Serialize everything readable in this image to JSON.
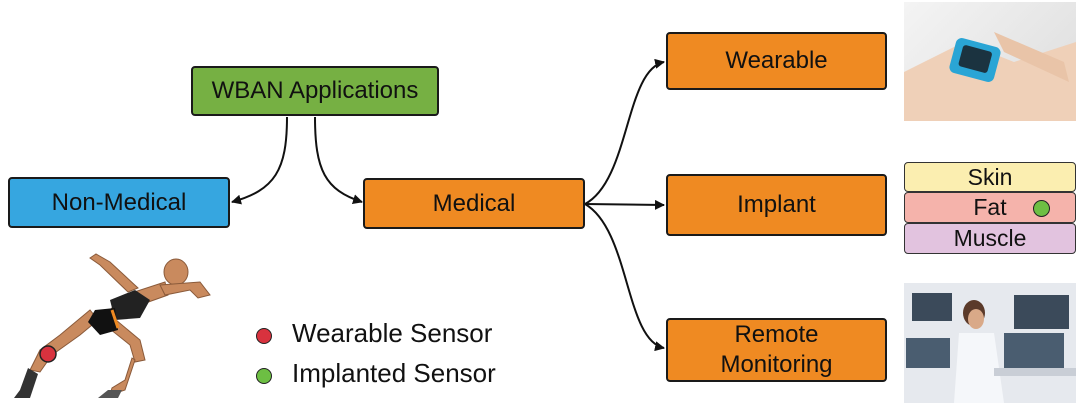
{
  "nodes": {
    "root": "WBAN Applications",
    "non_medical": "Non-Medical",
    "medical": "Medical",
    "wearable": "Wearable",
    "implant": "Implant",
    "remote_line1": "Remote",
    "remote_line2": "Monitoring"
  },
  "tissue_layers": {
    "skin": "Skin",
    "fat": "Fat",
    "muscle": "Muscle"
  },
  "legend": {
    "wearable": "Wearable Sensor",
    "implanted": "Implanted Sensor"
  },
  "colors": {
    "root": "#76b043",
    "non_medical": "#36a6e0",
    "medical": "#ef8a22",
    "wearable_sensor": "#d8323e",
    "implanted_sensor": "#6dbf43",
    "skin": "#fbeeb0",
    "fat": "#f5b3ab",
    "muscle": "#e2c3df"
  }
}
